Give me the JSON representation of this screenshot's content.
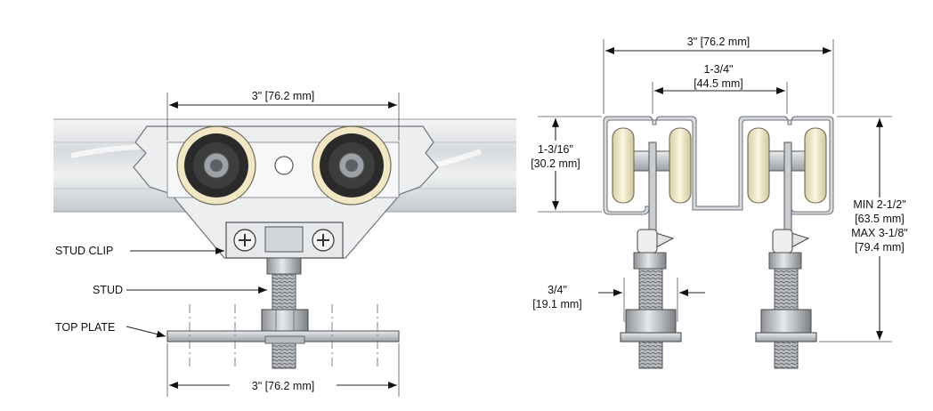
{
  "side_view": {
    "wheel_spacing": "3\" [76.2 mm]",
    "plate_width": "3\" [76.2 mm]",
    "callouts": {
      "stud_clip": "STUD CLIP",
      "stud": "STUD",
      "top_plate": "TOP PLATE"
    }
  },
  "end_view": {
    "track_width": "3\" [76.2 mm]",
    "slot_spacing_in": "1-3/4\"",
    "slot_spacing_mm": "[44.5 mm]",
    "track_height_in": "1-3/16\"",
    "track_height_mm": "[30.2 mm]",
    "stud_diameter_in": "3/4\"",
    "stud_diameter_mm": "[19.1 mm]",
    "height_min_in": "MIN 2-1/2\"",
    "height_min_mm": "[63.5 mm]",
    "height_max_in": "MAX 3-1/8\"",
    "height_max_mm": "[79.4 mm]"
  },
  "colors": {
    "wheel_tire": "#f0e6c4",
    "metal": "#c9ccd0",
    "track": "#dfe2e4"
  }
}
